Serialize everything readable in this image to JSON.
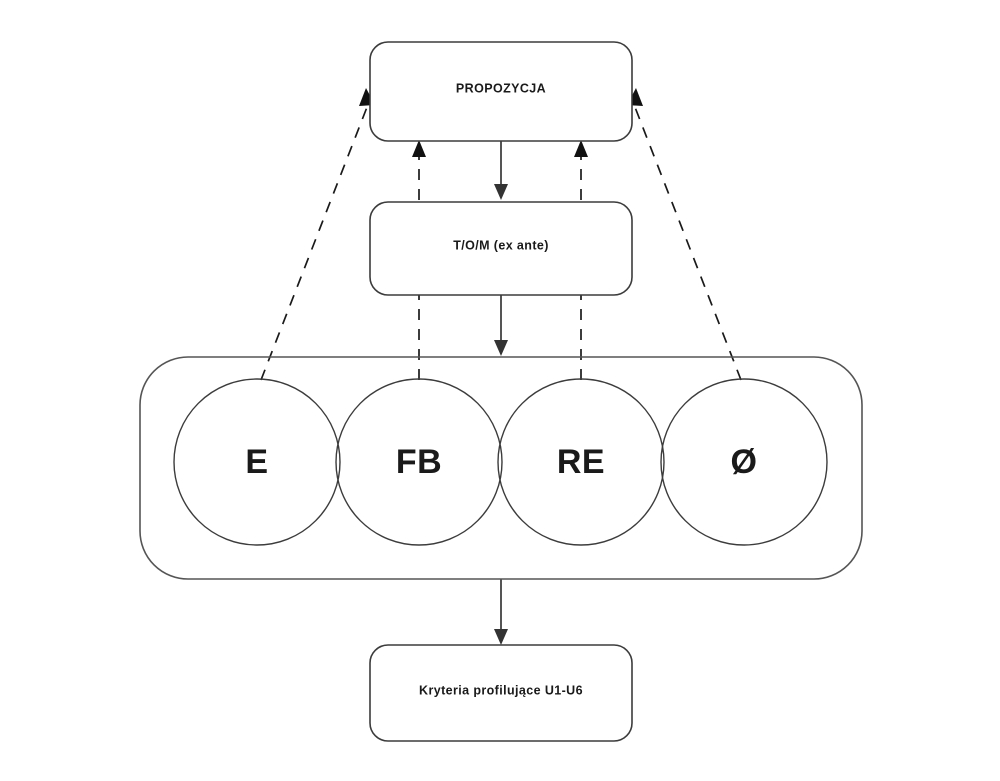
{
  "diagram": {
    "title": "PROPOZYCJA flow diagram",
    "background_color": "#ffffff",
    "stroke_color": "#3c3c3c",
    "text_color": "#1a1a1a",
    "nodes": {
      "proposal": {
        "label": "PROPOZYCJA"
      },
      "tom": {
        "label": "T/O/M (ex ante)"
      },
      "criteria": {
        "label": "Kryteria profilujące U1-U6"
      }
    },
    "circles": [
      {
        "label": "E"
      },
      {
        "label": "FB"
      },
      {
        "label": "RE"
      },
      {
        "label": "Ø"
      }
    ],
    "connectors": [
      {
        "name": "proposal-to-tom",
        "style": "solid",
        "direction": "down"
      },
      {
        "name": "tom-to-container",
        "style": "solid",
        "direction": "down"
      },
      {
        "name": "container-to-criteria",
        "style": "solid",
        "direction": "down"
      },
      {
        "name": "e-to-proposal",
        "style": "dashed",
        "direction": "up"
      },
      {
        "name": "fb-to-proposal",
        "style": "dashed",
        "direction": "up"
      },
      {
        "name": "re-to-proposal",
        "style": "dashed",
        "direction": "up"
      },
      {
        "name": "null-to-proposal",
        "style": "dashed",
        "direction": "up"
      }
    ]
  }
}
